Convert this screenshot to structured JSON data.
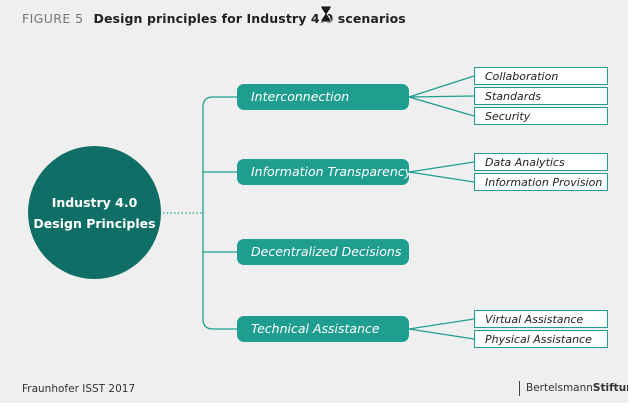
{
  "figure": {
    "number": "FIGURE 5",
    "title": "Design principles for Industry 4.0 scenarios"
  },
  "hub": {
    "line1": "Industry 4.0",
    "line2": "Design Principles"
  },
  "principles": [
    {
      "label": "Interconnection",
      "subs": [
        "Collaboration",
        "Standards",
        "Security"
      ]
    },
    {
      "label": "Information Transparency",
      "subs": [
        "Data Analytics",
        "Information Provision"
      ]
    },
    {
      "label": "Decentralized Decisions",
      "subs": []
    },
    {
      "label": "Technical Assistance",
      "subs": [
        "Virtual Assistance",
        "Physical Assistance"
      ]
    }
  ],
  "footer": {
    "source": "Fraunhofer ISST 2017",
    "brand_regular": "Bertelsmann",
    "brand_bold": "Stiftung"
  },
  "colors": {
    "hub": "#0f6e65",
    "principle": "#1f9e90",
    "background": "#efefef"
  }
}
